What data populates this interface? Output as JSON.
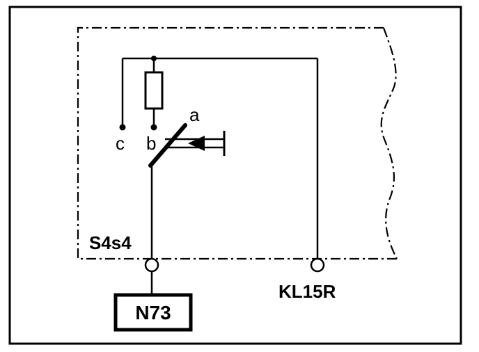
{
  "diagram": {
    "component_label": "S4s4",
    "terminal_labels": {
      "a": "a",
      "b": "b",
      "c": "c"
    },
    "connections": {
      "left_box": "N73",
      "right_terminal": "KL15R"
    }
  }
}
